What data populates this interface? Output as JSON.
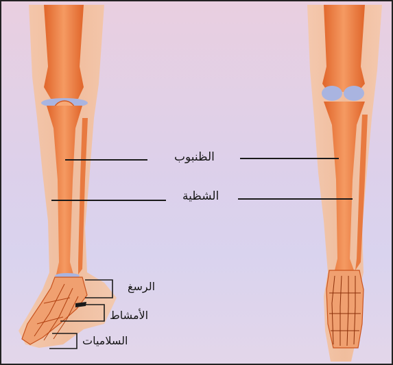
{
  "figure": {
    "labels": {
      "tibia": "الظنبوب",
      "fibula": "الشظية",
      "tarsus": "الرسغ",
      "metatarsus": "الأمشاط",
      "phalanges": "السلاميات"
    },
    "colors": {
      "background": "#ddd0ea",
      "flesh": "#f2b48a",
      "bone": "#e8733a",
      "cartilage": "#a9b4e0",
      "leader_line": "#1a1a1a",
      "border": "#222222"
    },
    "icons": [
      "left-leg-illustration",
      "right-leg-illustration"
    ]
  }
}
